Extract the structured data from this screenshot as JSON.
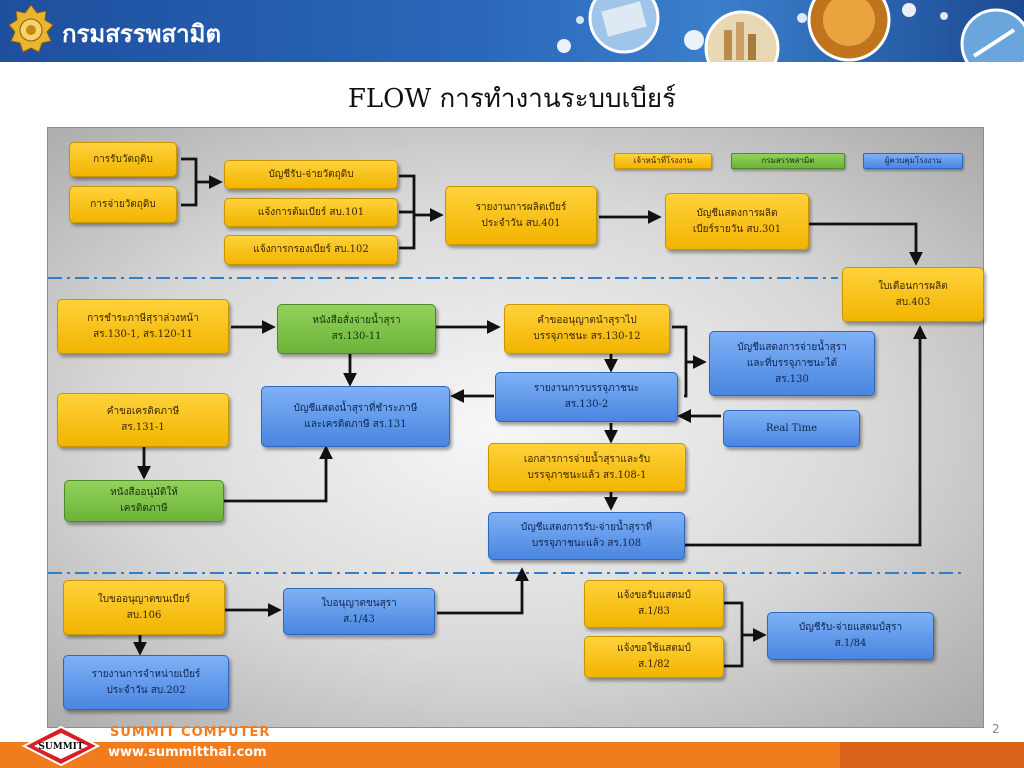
{
  "header": {
    "org_name": "กรมสรรพสามิต"
  },
  "title": "FLOW การทำงานระบบเบียร์",
  "legend": [
    {
      "label": "เจ้าหน้าที่โรงงาน",
      "color": "#f2b400"
    },
    {
      "label": "กรมสรรพสามิต",
      "color": "#6cb33a"
    },
    {
      "label": "ผู้ควบคุมโรงงาน",
      "color": "#4a85e0"
    }
  ],
  "boxes": {
    "receive_material": "การรับวัตถุดิบ",
    "issue_material": "การจ่ายวัตถุดิบ",
    "material_ledger": "บัญชีรับ-จ่ายวัตถุดิบ",
    "notify_brew": "แจ้งการต้มเบียร์ สบ.101",
    "notify_filter": "แจ้งการกรองเบียร์ สบ.102",
    "daily_production": "รายงานการผลิตเบียร์\nประจำวัน สบ.401",
    "production_account": "บัญชีแสดงการผลิต\nเบียร์รายวัน สบ.301",
    "production_notice": "ใบเตือนการผลิต\nสบ.403",
    "tax_payment": "การชำระภาษีสุราล่วงหน้า\nสร.130-1, สร.120-11",
    "release_letter": "หนังสือสั่งจ่ายน้ำสุรา\nสร.130-11",
    "packaging_request": "คำขออนุญาตนำสุราไป\nบรรจุภาชนะ สร.130-12",
    "issue_packaging_account": "บัญชีแสดงการจ่ายน้ำสุรา\nและที่บรรจุภาชนะได้\nสร.130",
    "packaging_report": "รายงานการบรรจุภาชนะ\nสร.130-2",
    "realtime": "Real Time",
    "credit_request": "คำขอเครดิตภาษี\nสร.131-1",
    "tax_paid_account": "บัญชีแสดงน้ำสุราที่ชำระภาษี\nและเครดิตภาษี สร.131",
    "issue_doc": "เอกสารการจ่ายน้ำสุราและรับ\nบรรจุภาชนะแล้ว สร.108-1",
    "credit_approval": "หนังสืออนุมัติให้\nเครดิตภาษี",
    "receive_issue_packaged": "บัญชีแสดงการรับ-จ่ายน้ำสุราที่\nบรรจุภาชนะแล้ว สร.108",
    "sale_permit_request": "ใบขออนุญาตขนเบียร์\nสบ.106",
    "transport_permit": "ใบอนุญาตขนสุรา\nส.1/43",
    "receive_stamp": "แจ้งขอรับแสตมป์\nส.1/83",
    "use_stamp": "แจ้งขอใช้แสตมป์\nส.1/82",
    "stamp_ledger": "บัญชีรับ-จ่ายแสตมป์สุรา\nส.1/84",
    "daily_distribution": "รายงานการจำหน่ายเบียร์\nประจำวัน สบ.202"
  },
  "footer": {
    "company": "SUMMIT COMPUTER",
    "url": "www.summitthai.com",
    "logo_text": "SUMMIT",
    "page_number": "2"
  }
}
